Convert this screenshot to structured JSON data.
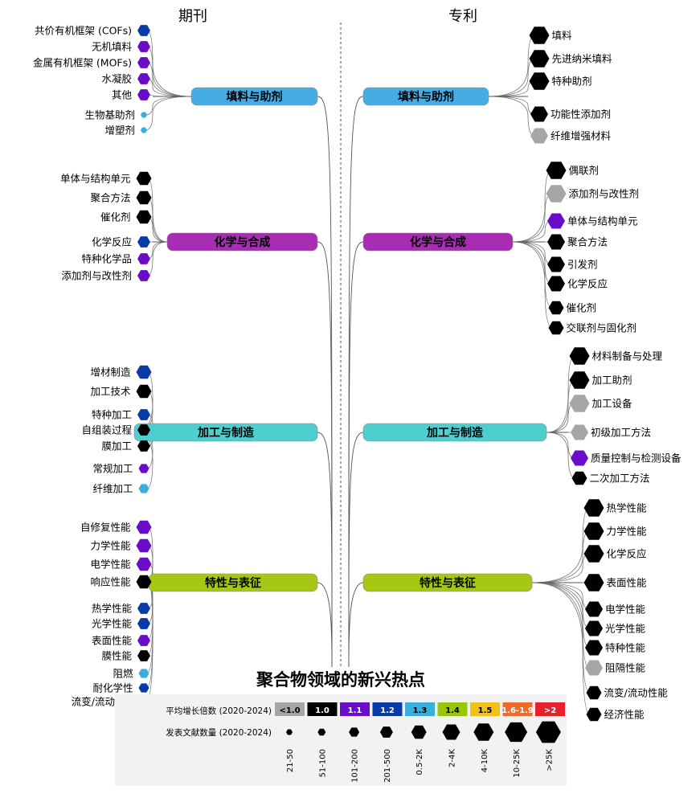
{
  "headers": {
    "left": "期刊",
    "right": "专利"
  },
  "title": "聚合物领域的新兴热点",
  "colors": {
    "<1.0": "#a6a6a6",
    "1.0": "#000000",
    "1.1": "#6a0dc8",
    "1.2": "#0a3aa6",
    "1.3": "#3aaedc",
    "1.4": "#9ac60a",
    "1.5": "#f2c21a",
    "1.6-1.9": "#ee6a2a",
    ">2": "#e8202e"
  },
  "category_colors": {
    "填料与助剂": "#45ace4",
    "化学与合成": "#a82cb4",
    "加工与制造": "#4ecece",
    "特性与表征": "#a6c814"
  },
  "legend": {
    "growth_label": "平均增长倍数 (2020-2024)",
    "growth_bins": [
      "<1.0",
      "1.0",
      "1.1",
      "1.2",
      "1.3",
      "1.4",
      "1.5",
      "1.6-1.9",
      ">2"
    ],
    "count_label": "发表文献数量 (2020-2024)",
    "count_bins": [
      "21-50",
      "51-100",
      "101-200",
      "201-500",
      "0.5-2K",
      "2-4K",
      "4-10K",
      "10-25K",
      ">25K"
    ]
  },
  "journals": [
    {
      "category": "填料与助剂",
      "items": [
        {
          "label": "共价有机框架 (COFs)",
          "growth": "1.2",
          "size": 4
        },
        {
          "label": "无机填料",
          "growth": "1.1",
          "size": 4
        },
        {
          "label": "金属有机框架 (MOFs)",
          "growth": "1.1",
          "size": 4
        },
        {
          "label": "水凝胶",
          "growth": "1.1",
          "size": 4
        },
        {
          "label": "其他",
          "growth": "1.1",
          "size": 4
        },
        {
          "label": "生物基助剂",
          "growth": "1.3",
          "size": 1
        },
        {
          "label": "增塑剂",
          "growth": "1.3",
          "size": 1
        }
      ]
    },
    {
      "category": "化学与合成",
      "items": [
        {
          "label": "单体与结构单元",
          "growth": "1.0",
          "size": 5
        },
        {
          "label": "聚合方法",
          "growth": "1.0",
          "size": 5
        },
        {
          "label": "催化剂",
          "growth": "1.0",
          "size": 5
        },
        {
          "label": "化学反应",
          "growth": "1.2",
          "size": 4
        },
        {
          "label": "特种化学品",
          "growth": "1.1",
          "size": 4
        },
        {
          "label": "添加剂与改性剂",
          "growth": "1.1",
          "size": 4
        }
      ]
    },
    {
      "category": "加工与制造",
      "items": [
        {
          "label": "增材制造",
          "growth": "1.2",
          "size": 5
        },
        {
          "label": "加工技术",
          "growth": "1.0",
          "size": 5
        },
        {
          "label": "特种加工",
          "growth": "1.2",
          "size": 4
        },
        {
          "label": "自组装过程",
          "growth": "1.0",
          "size": 4
        },
        {
          "label": "膜加工",
          "growth": "1.0",
          "size": 4
        },
        {
          "label": "常规加工",
          "growth": "1.1",
          "size": 3
        },
        {
          "label": "纤维加工",
          "growth": "1.3",
          "size": 3
        }
      ]
    },
    {
      "category": "特性与表征",
      "items": [
        {
          "label": "自修复性能",
          "growth": "1.1",
          "size": 5
        },
        {
          "label": "力学性能",
          "growth": "1.1",
          "size": 5
        },
        {
          "label": "电学性能",
          "growth": "1.1",
          "size": 5
        },
        {
          "label": "响应性能",
          "growth": "1.0",
          "size": 5
        },
        {
          "label": "热学性能",
          "growth": "1.2",
          "size": 4
        },
        {
          "label": "光学性能",
          "growth": "1.2",
          "size": 4
        },
        {
          "label": "表面性能",
          "growth": "1.1",
          "size": 4
        },
        {
          "label": "膜性能",
          "growth": "1.0",
          "size": 4
        },
        {
          "label": "阻燃",
          "growth": "1.3",
          "size": 3
        },
        {
          "label": "耐化学性",
          "growth": "1.2",
          "size": 3
        },
        {
          "label": "流变/流动性能",
          "growth": "1.3",
          "size": 1
        }
      ]
    }
  ],
  "patents": [
    {
      "category": "填料与助剂",
      "items": [
        {
          "label": "填料",
          "growth": "1.0",
          "size": 7
        },
        {
          "label": "先进纳米填料",
          "growth": "1.0",
          "size": 7
        },
        {
          "label": "特种助剂",
          "growth": "1.0",
          "size": 7
        },
        {
          "label": "功能性添加剂",
          "growth": "1.0",
          "size": 6
        },
        {
          "label": "纤维增强材料",
          "growth": "<1.0",
          "size": 6
        }
      ]
    },
    {
      "category": "化学与合成",
      "items": [
        {
          "label": "偶联剂",
          "growth": "1.0",
          "size": 7
        },
        {
          "label": "添加剂与改性剂",
          "growth": "<1.0",
          "size": 7
        },
        {
          "label": "单体与结构单元",
          "growth": "1.1",
          "size": 6
        },
        {
          "label": "聚合方法",
          "growth": "1.0",
          "size": 6
        },
        {
          "label": "引发剂",
          "growth": "1.0",
          "size": 6
        },
        {
          "label": "化学反应",
          "growth": "1.0",
          "size": 6
        },
        {
          "label": "催化剂",
          "growth": "1.0",
          "size": 5
        },
        {
          "label": "交联剂与固化剂",
          "growth": "1.0",
          "size": 5
        }
      ]
    },
    {
      "category": "加工与制造",
      "items": [
        {
          "label": "材料制备与处理",
          "growth": "1.0",
          "size": 7
        },
        {
          "label": "加工助剂",
          "growth": "1.0",
          "size": 7
        },
        {
          "label": "加工设备",
          "growth": "<1.0",
          "size": 7
        },
        {
          "label": "初级加工方法",
          "growth": "<1.0",
          "size": 6
        },
        {
          "label": "质量控制与检测设备",
          "growth": "1.1",
          "size": 6
        },
        {
          "label": "二次加工方法",
          "growth": "1.0",
          "size": 5
        }
      ]
    },
    {
      "category": "特性与表征",
      "items": [
        {
          "label": "热学性能",
          "growth": "1.0",
          "size": 7
        },
        {
          "label": "力学性能",
          "growth": "1.0",
          "size": 7
        },
        {
          "label": "化学反应",
          "growth": "1.0",
          "size": 7
        },
        {
          "label": "表面性能",
          "growth": "1.0",
          "size": 7
        },
        {
          "label": "电学性能",
          "growth": "1.0",
          "size": 6
        },
        {
          "label": "光学性能",
          "growth": "1.0",
          "size": 6
        },
        {
          "label": "特种性能",
          "growth": "1.0",
          "size": 6
        },
        {
          "label": "阻隔性能",
          "growth": "<1.0",
          "size": 6
        },
        {
          "label": "流变/流动性能",
          "growth": "1.0",
          "size": 5
        },
        {
          "label": "经济性能",
          "growth": "1.0",
          "size": 5
        }
      ]
    }
  ]
}
